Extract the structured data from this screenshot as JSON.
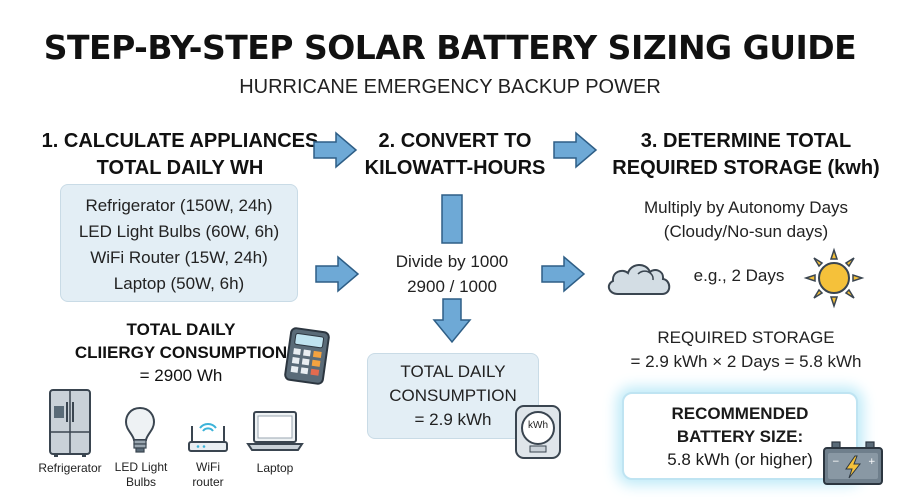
{
  "title": "STEP-BY-STEP SOLAR BATTERY SIZING GUIDE",
  "subtitle": "HURRICANE EMERGENCY BACKUP POWER",
  "steps": [
    {
      "line1": "1. CALCULATE APPLIANCES",
      "line2": "TOTAL DAILY WH"
    },
    {
      "line1": "2. CONVERT TO",
      "line2": "KILOWATT-HOURS"
    },
    {
      "line1": "3. DETERMINE TOTAL",
      "line2": "REQUIRED STORAGE (kwh)"
    }
  ],
  "appliances": [
    "Refrigerator (150W, 24h)",
    "LED Light Bulbs (60W, 6h)",
    "WiFi Router (15W, 24h)",
    "Laptop (50W, 6h)"
  ],
  "total_daily": {
    "line1": "TOTAL DAILY",
    "line2": "CLIIERGY CONSUMPTION",
    "line3": "= 2900 Wh"
  },
  "icons": [
    {
      "label_line1": "Refrigerator",
      "label_line2": "",
      "icon": "refrigerator-icon"
    },
    {
      "label_line1": "LED Light",
      "label_line2": "Bulbs",
      "icon": "light-bulb-icon"
    },
    {
      "label_line1": "WiFi",
      "label_line2": "router",
      "icon": "wifi-router-icon"
    },
    {
      "label_line1": "Laptop",
      "label_line2": "",
      "icon": "laptop-icon"
    }
  ],
  "convert": {
    "line1": "Divide by 1000",
    "line2": "2900 / 1000"
  },
  "consumption_box": {
    "line1": "TOTAL DAILY",
    "line2": "CONSUMPTION",
    "line3": "= 2.9 kWh"
  },
  "meter_label": "kWh",
  "autonomy": {
    "line1": "Multiply by Autonomy Days",
    "line2": "(Cloudy/No-sun days)",
    "example": "e.g., 2 Days"
  },
  "required": {
    "line1": "REQUIRED STORAGE",
    "line2": "= 2.9 kWh × 2 Days = 5.8 kWh"
  },
  "recommended": {
    "line1": "RECOMMENDED",
    "line2": "BATTERY SIZE:",
    "line3": "5.8 kWh (or higher)"
  },
  "colors": {
    "arrow": "#6ea9d6",
    "arrow_stroke": "#2e5e86",
    "box": "#e3eef5",
    "glow": "#bdeaf8",
    "sun": "#f5c13a"
  }
}
